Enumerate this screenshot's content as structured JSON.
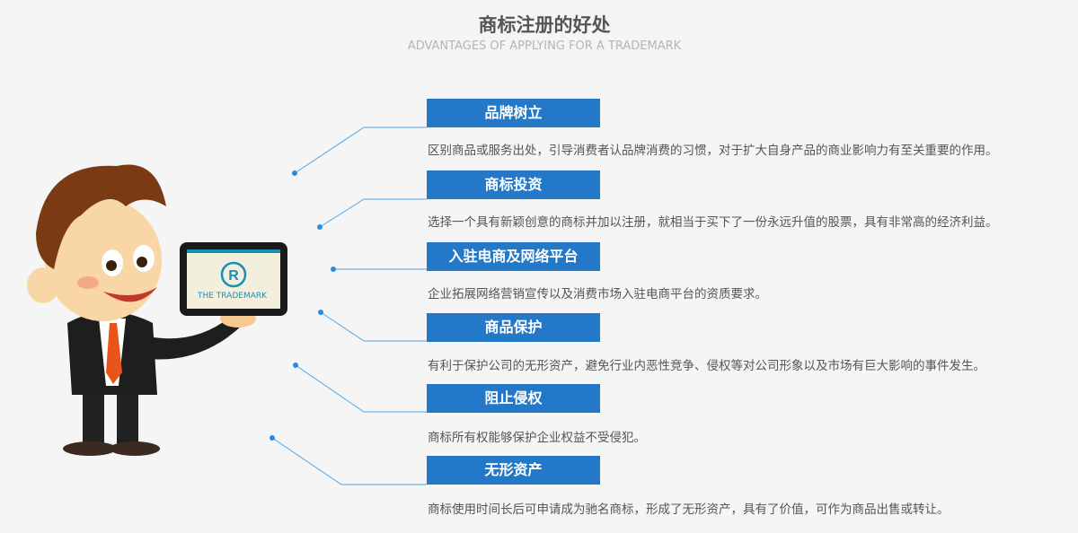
{
  "header": {
    "title": "商标注册的好处",
    "subtitle": "ADVANTAGES OF APPLYING FOR A TRADEMARK"
  },
  "tablet": {
    "logo_text": "THE TRADEMARK",
    "symbol": "R"
  },
  "items": [
    {
      "label": "品牌树立",
      "desc": "区别商品或服务出处，引导消费者认品牌消费的习惯，对于扩大自身产品的商业影响力有至关重要的作用。"
    },
    {
      "label": "商标投资",
      "desc": "选择一个具有新颖创意的商标并加以注册，就相当于买下了一份永远升值的股票，具有非常高的经济利益。"
    },
    {
      "label": "入驻电商及网络平台",
      "desc": "企业拓展网络营销宣传以及消费市场入驻电商平台的资质要求。"
    },
    {
      "label": "商品保护",
      "desc": "有利于保护公司的无形资产，避免行业内恶性竞争、侵权等对公司形象以及市场有巨大影响的事件发生。"
    },
    {
      "label": "阻止侵权",
      "desc": "商标所有权能够保护企业权益不受侵犯。"
    },
    {
      "label": "无形资产",
      "desc": "商标使用时间长后可申请成为驰名商标，形成了无形资产，具有了价值，可作为商品出售或转让。"
    }
  ],
  "colors": {
    "accent": "#2478c8",
    "line": "#4aa8ea"
  }
}
